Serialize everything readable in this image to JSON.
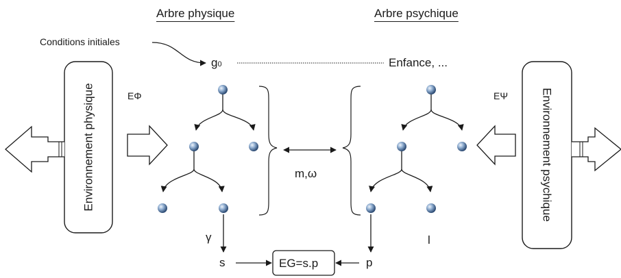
{
  "titles": {
    "physical_tree": "Arbre physique",
    "psychic_tree": "Arbre psychique"
  },
  "labels": {
    "initial_conditions": "Conditions initiales",
    "g0": "g",
    "g0_subscript": "0",
    "childhood": "Enfance, ...",
    "e_phi": "EΦ",
    "e_psi": "EΨ",
    "m_omega": "m,ω",
    "gamma": "γ",
    "l": "l",
    "s": "s",
    "p": "p",
    "eg": "EG=s.p"
  },
  "environments": {
    "physical": "Environnement physique",
    "psychic": "Environnement psychique"
  },
  "colors": {
    "node_light": "#e8f0fa",
    "node_mid": "#7f9fc4",
    "node_dark": "#2c4a72",
    "line": "#1a1a1a"
  }
}
